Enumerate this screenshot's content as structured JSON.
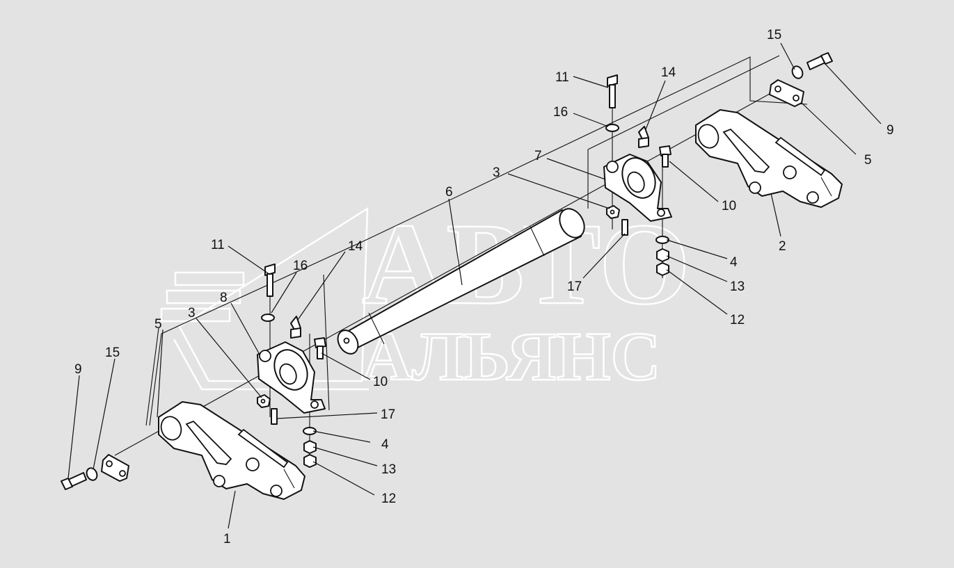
{
  "watermark": {
    "line1": "АВТО",
    "line2": "АЛЬЯНС"
  },
  "callouts": {
    "right_15": "15",
    "right_9": "9",
    "right_11": "11",
    "right_14": "14",
    "right_16": "16",
    "right_7": "7",
    "right_3": "3",
    "right_5": "5",
    "right_10": "10",
    "right_2": "2",
    "right_4": "4",
    "right_13": "13",
    "right_12": "12",
    "right_17": "17",
    "center_6": "6",
    "left_11": "11",
    "left_14": "14",
    "left_16": "16",
    "left_8": "8",
    "left_3": "3",
    "left_5": "5",
    "left_15": "15",
    "left_9": "9",
    "left_10": "10",
    "left_17": "17",
    "left_4": "4",
    "left_13": "13",
    "left_12": "12",
    "left_1": "1"
  },
  "colors": {
    "background": "#e3e3e3",
    "ink": "#111111",
    "watermark": "#ffffff"
  }
}
